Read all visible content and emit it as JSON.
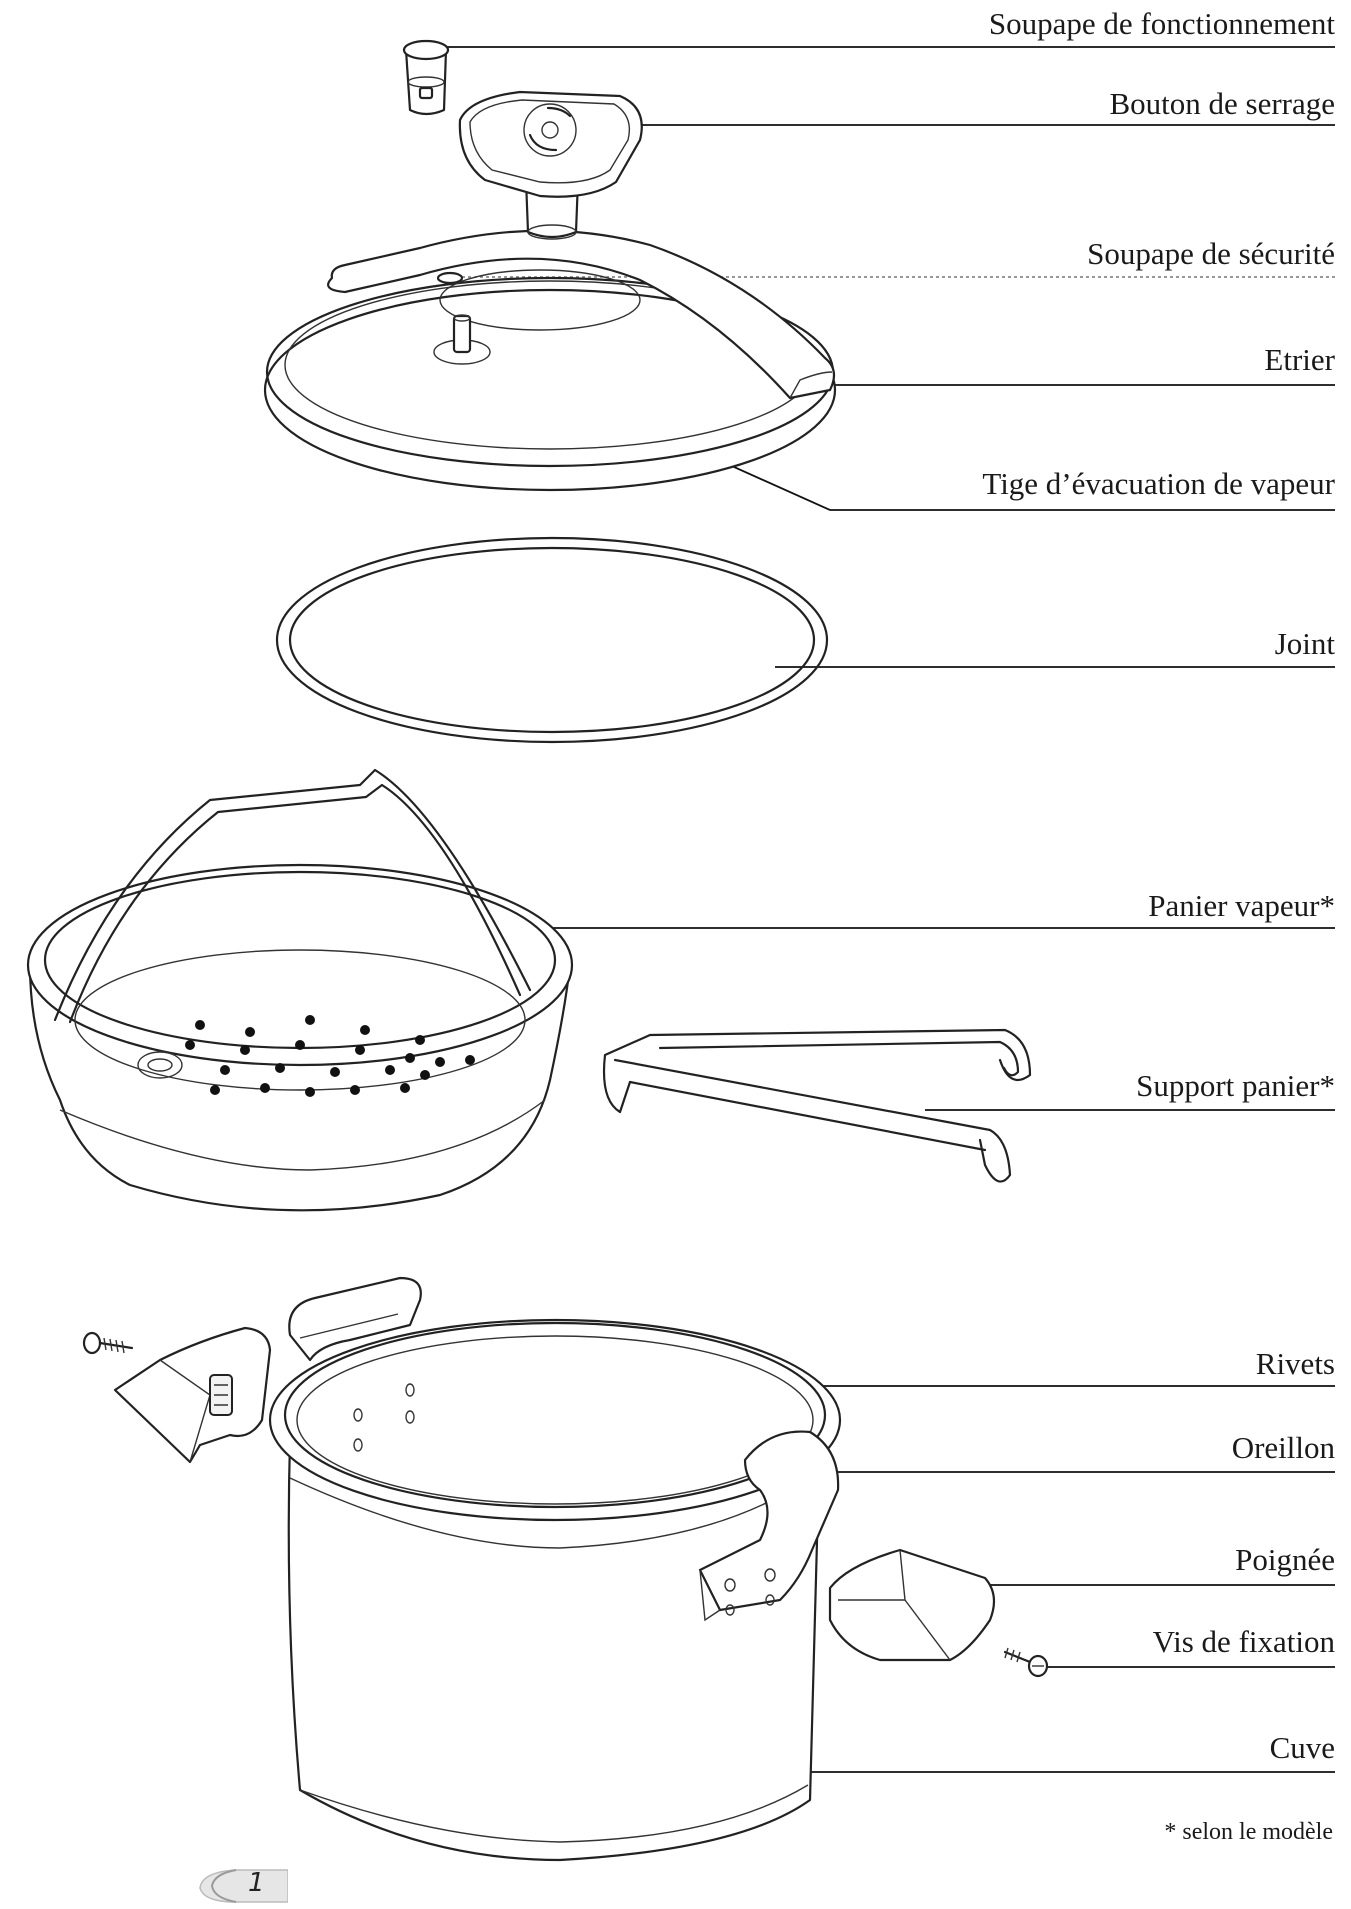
{
  "labels": {
    "operating_valve": "Soupape de fonctionnement",
    "locking_knob": "Bouton de serrage",
    "safety_valve": "Soupape de sécurité",
    "stirrup": "Etrier",
    "steam_release_stem": "Tige d’évacuation de vapeur",
    "gasket": "Joint",
    "steam_basket": "Panier vapeur*",
    "basket_stand": "Support panier*",
    "rivets": "Rivets",
    "side_handle": "Oreillon",
    "handle": "Poignée",
    "fixing_screw": "Vis de fixation",
    "pot": "Cuve"
  },
  "footnote": "* selon le modèle",
  "page_number": "1"
}
